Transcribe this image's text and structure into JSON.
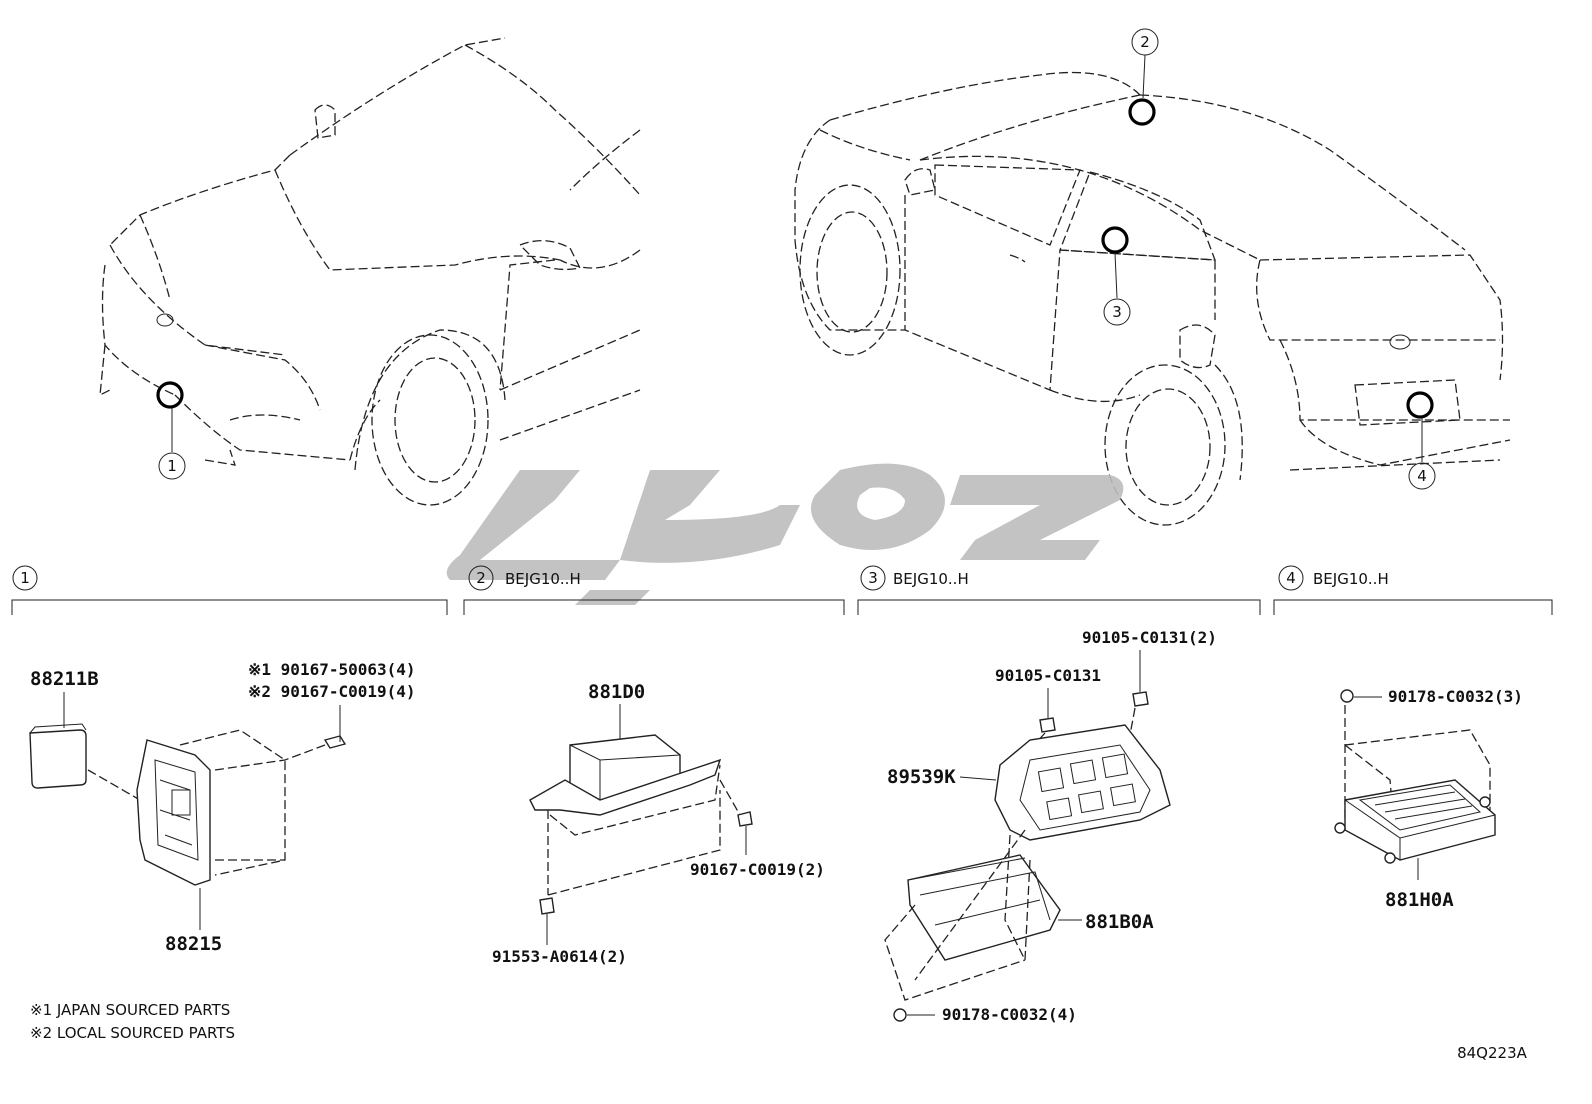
{
  "callouts": {
    "c1": "1",
    "c2": "2",
    "c3": "3",
    "c4": "4"
  },
  "sections": [
    {
      "num": "1",
      "label": ""
    },
    {
      "num": "2",
      "label": "BEJG10..H"
    },
    {
      "num": "3",
      "label": "BEJG10..H"
    },
    {
      "num": "4",
      "label": "BEJG10..H"
    }
  ],
  "parts": {
    "p88211B": "88211B",
    "p88215": "88215",
    "bolt1": "※1 90167-50063(4)",
    "bolt2": "※2 90167-C0019(4)",
    "p881D0": "881D0",
    "p90167C0019_2": "90167-C0019(2)",
    "p91553": "91553-A0614(2)",
    "p90105_2": "90105-C0131(2)",
    "p90105": "90105-C0131",
    "p89539K": "89539K",
    "p881B0A": "881B0A",
    "p90178_4": "90178-C0032(4)",
    "p90178_3": "90178-C0032(3)",
    "p881H0A": "881H0A"
  },
  "notes": {
    "note1": "※1 JAPAN SOURCED PARTS",
    "note2": "※2 LOCAL SOURCED PARTS"
  },
  "drawing_code": "84Q223A",
  "colors": {
    "line": "#222222",
    "watermark": "#bdbdbd"
  }
}
